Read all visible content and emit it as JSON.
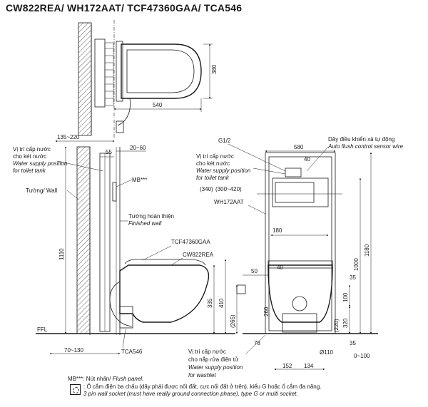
{
  "title": "CW822REA/ WH172AAT/ TCF47360GAA/ TCA546",
  "left_view": {
    "labels": {
      "supply_tank_vn_1": "Vị trí cấp nước",
      "supply_tank_vn_2": "cho két nước",
      "supply_tank_en_1": "Water supply position",
      "supply_tank_en_2": "for toilet tank",
      "wall": "Tường/ Wall",
      "finished_vn": "Tường hoàn thiện",
      "finished_en": "Finished wall",
      "mb": "MB***",
      "seat_model": "TCF47360GAA",
      "bowl_model": "CW822REA",
      "ffl": "FFL",
      "tca": "TCA546",
      "washlet_vn_1": "Vị trí cấp nước",
      "washlet_vn_2": "cho nắp rửa điện tử",
      "washlet_en_1": "Water supply position",
      "washlet_en_2": "for washlet"
    },
    "dims": {
      "d540": "540",
      "d380": "380",
      "d135_220": "135~220",
      "d55": "55",
      "d20_60": "20~60",
      "d1110": "1110",
      "d335": "335",
      "d410": "410",
      "d265": "(265)",
      "d70_130": "70~130"
    }
  },
  "right_view": {
    "labels": {
      "g12": "G1/2",
      "sensor_vn": "Dây điều khiển xả tự động",
      "sensor_en": "Auto flush control sensor wire",
      "supply_vn_1": "Vị trí cấp nước",
      "supply_vn_2": "cho két nước",
      "supply_en_1": "Water supply position",
      "supply_en_2": "for toilet tank",
      "frame_model": "WH172AAT"
    },
    "dims": {
      "d580": "580",
      "d40_top": "40",
      "d340": "(340)",
      "d300_420": "(300~420)",
      "d180": "180",
      "d50": "50",
      "d40_mid": "40",
      "d1180": "1180",
      "d1000": "1000",
      "d35_a": "35",
      "d100": "100",
      "d320": "320",
      "d220": "(220)",
      "d260": "260",
      "d78": "78",
      "d35_b": "35",
      "d110": "Ø110",
      "d0_100": "0~100",
      "d152": "152",
      "d134": "134"
    }
  },
  "notes": {
    "mb_key": "MB***",
    "mb_text": ": Nút nhấn/ ",
    "mb_text_en": "Flush panel.",
    "socket_vn": ": Ổ cắm điện ba chấu (dây phải được nối đất, cực nối đất ở trên), kiểu G hoặc ổ cắm đa năng.",
    "socket_en": "3 pin wall socket (must have really ground connection phase), type G or multi socket."
  }
}
